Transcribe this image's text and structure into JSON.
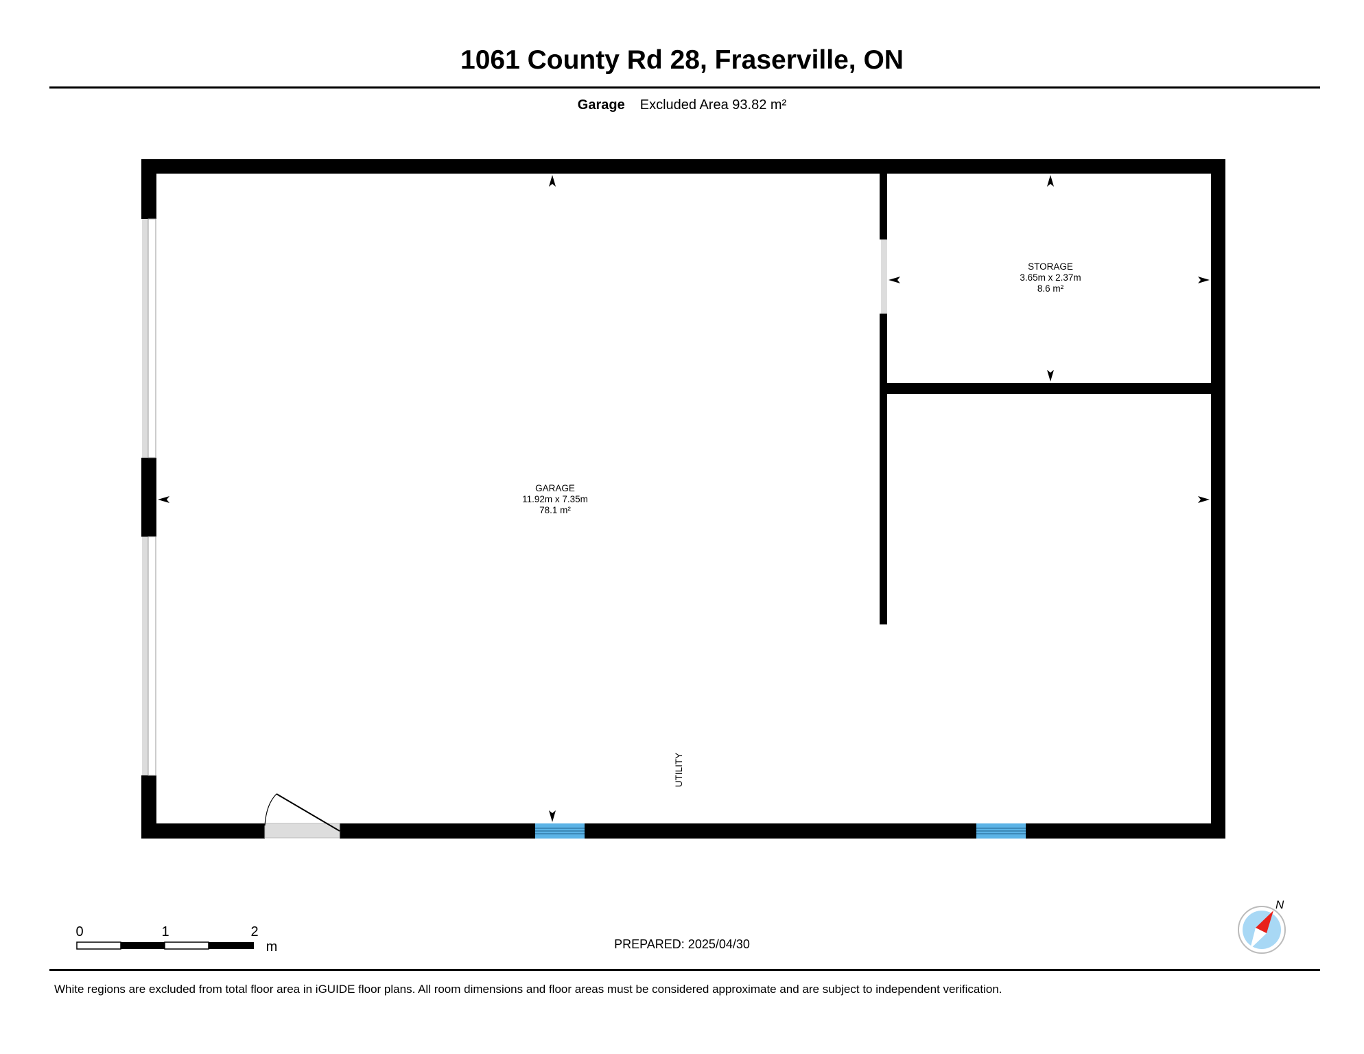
{
  "header": {
    "title": "1061 County Rd 28, Fraserville, ON",
    "floor_name": "Garage",
    "floor_area_text": "Excluded Area 93.82 m²"
  },
  "rooms": {
    "garage": {
      "name": "GARAGE",
      "dimensions": "11.92m x 7.35m",
      "area": "78.1 m²"
    },
    "storage": {
      "name": "STORAGE",
      "dimensions": "3.65m x 2.37m",
      "area": "8.6 m²"
    },
    "utility": {
      "name": "UTILITY"
    }
  },
  "scale_bar": {
    "labels": [
      "0",
      "1",
      "2"
    ],
    "unit": "m"
  },
  "compass": {
    "label": "N"
  },
  "footer": {
    "prepared": "PREPARED: 2025/04/30",
    "disclaimer": "White regions are excluded from total floor area in iGUIDE floor plans. All room dimensions and floor areas must be considered approximate and are subject to independent verification."
  },
  "colors": {
    "wall": "#000000",
    "window": "#5bb3e6",
    "opening": "#dddddd",
    "compass_red": "#e8201a",
    "compass_blue": "#a8d8f5"
  }
}
